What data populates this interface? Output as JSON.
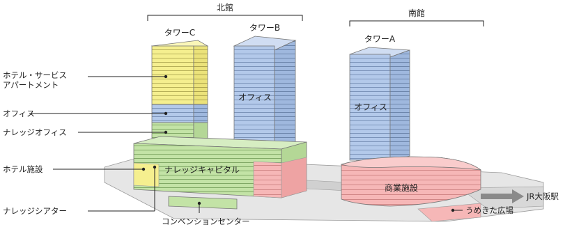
{
  "sections": {
    "north": "北館",
    "south": "南館"
  },
  "towers": {
    "c": "タワーC",
    "b": "タワーB",
    "a": "タワーA"
  },
  "left_labels": {
    "hotel_service": [
      "ホテル・サービス",
      "アパートメント"
    ],
    "office": "オフィス",
    "knowledge_office": "ナレッジオフィス",
    "hotel_facility": "ホテル施設",
    "knowledge_theater": "ナレッジシアター"
  },
  "inline_labels": {
    "office_b": "オフィス",
    "office_a": "オフィス",
    "knowledge_capital": "ナレッジキャピタル",
    "commercial": "商業施設"
  },
  "bottom_labels": {
    "convention": "コンベンションセンター",
    "jr_osaka": "JR大阪駅",
    "umekita": "うめきた広場"
  },
  "colors": {
    "hotel_yellow": "#f5ef8f",
    "office_blue": "#b3c9ea",
    "knowledge_green": "#c3e3a6",
    "commercial_pink": "#f6b7b7",
    "ground_gray": "#e6e6e6",
    "line": "#222222",
    "arrow_gray": "#8a8a8a"
  }
}
